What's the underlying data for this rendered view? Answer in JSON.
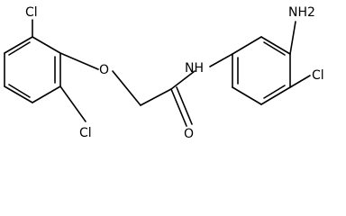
{
  "molecule": {
    "atoms": {
      "cl_top": "Cl",
      "cl_bottom_left": "Cl",
      "o_ether": "O",
      "nh": "NH",
      "o_carbonyl": "O",
      "nh2": "NH2",
      "cl_right": "Cl"
    }
  }
}
